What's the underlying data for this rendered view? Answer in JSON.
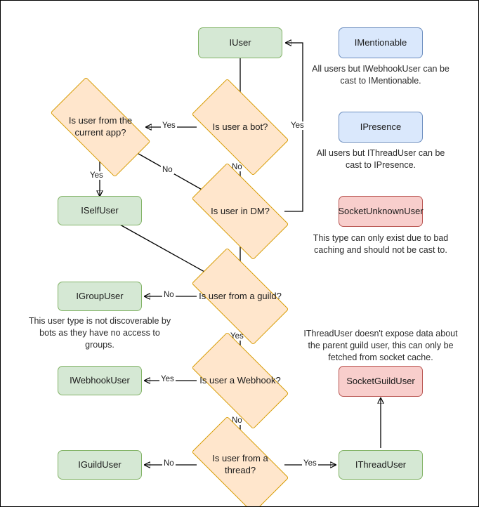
{
  "diagram": {
    "title": "Discord.Net user type casting flowchart",
    "colors": {
      "green_fill": "#d5e8d4",
      "green_border": "#82b366",
      "blue_fill": "#dae8fc",
      "blue_border": "#6c8ebf",
      "red_fill": "#f8cecc",
      "red_border": "#b85450",
      "orange_fill": "#ffe6cc",
      "orange_border": "#d79b00",
      "edge": "#000000",
      "background": "#ffffff"
    },
    "nodes": {
      "iuser": "IUser",
      "is_bot": "Is user a bot?",
      "is_current_app": "Is user from the current app?",
      "is_in_dm": "Is user in DM?",
      "iselfuser": "ISelfUser",
      "is_from_guild": "Is user from a guild?",
      "igroupuser": "IGroupUser",
      "is_webhook": "Is user a Webhook?",
      "iwebhookuser": "IWebhookUser",
      "is_from_thread": "Is user from a thread?",
      "iguilduser": "IGuildUser",
      "ithreaduser": "IThreadUser",
      "imentionable": "IMentionable",
      "ipresence": "IPresence",
      "socketunknownuser": "SocketUnknownUser",
      "socketguilduser": "SocketGuildUser"
    },
    "edge_labels": {
      "bot_yes": "Yes",
      "bot_no": "No",
      "dm_yes": "Yes",
      "current_app_yes": "Yes",
      "current_app_no": "No",
      "guild_no": "No",
      "guild_yes": "Yes",
      "webhook_yes": "Yes",
      "webhook_no": "No",
      "thread_no": "No",
      "thread_yes": "Yes"
    },
    "captions": {
      "imentionable": "All users but IWebhookUser can be cast to IMentionable.",
      "ipresence": "All users but IThreadUser can be cast to IPresence.",
      "socketunknownuser": "This type can only exist due to bad caching and should not be cast to.",
      "igroupuser": "This user type is not discoverable by bots as they have no access to groups.",
      "socketguilduser": "IThreadUser doesn't expose data about the parent guild user, this can only be fetched from socket cache."
    }
  }
}
